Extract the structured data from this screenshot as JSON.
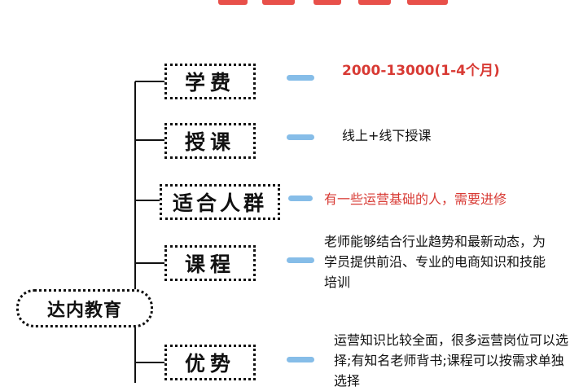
{
  "colors": {
    "line": "#111111",
    "accent_red": "#d83a34",
    "title_red": "#e8504a",
    "dash_blue": "#86bde8"
  },
  "root": {
    "label": "达内教育"
  },
  "branches": [
    {
      "label": "学费",
      "text": "2000-13000(1-4个月)",
      "color": "red"
    },
    {
      "label": "授课",
      "text": "线上+线下授课",
      "color": "black"
    },
    {
      "label": "适合人群",
      "text": "有一些运营基础的人，需要进修",
      "color": "red"
    },
    {
      "label": "课程",
      "text": "老师能够结合行业趋势和最新动态，为学员提供前沿、专业的电商知识和技能培训",
      "color": "black"
    },
    {
      "label": "优势",
      "text": "运营知识比较全面，很多运营岗位可以选择;有知名老师背书;课程可以按需求单独选择",
      "color": "black"
    }
  ]
}
